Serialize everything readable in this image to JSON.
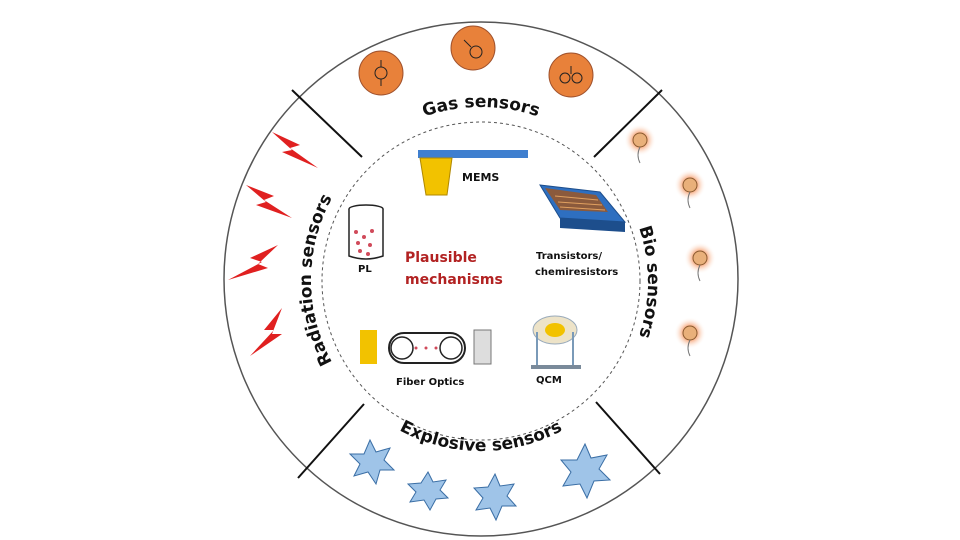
{
  "sections": {
    "gas": "Gas sensors",
    "bio": "Bio sensors",
    "explosive": "Explosive sensors",
    "radiation": "Radiation sensors"
  },
  "center": {
    "line1": "Plausible",
    "line2": "mechanisms"
  },
  "mechanisms": {
    "mems": "MEMS",
    "pl": "PL",
    "transistors_1": "Transistors/",
    "transistors_2": "chemiresistors",
    "fiber": "Fiber Optics",
    "qcm": "QCM"
  },
  "colors": {
    "center_text": "#b22222",
    "gas": "#e8813a",
    "substrate": "#3f7fcf",
    "gold": "#f2c200",
    "radiation": "#e02020",
    "explosive": "#9fc4e8"
  }
}
